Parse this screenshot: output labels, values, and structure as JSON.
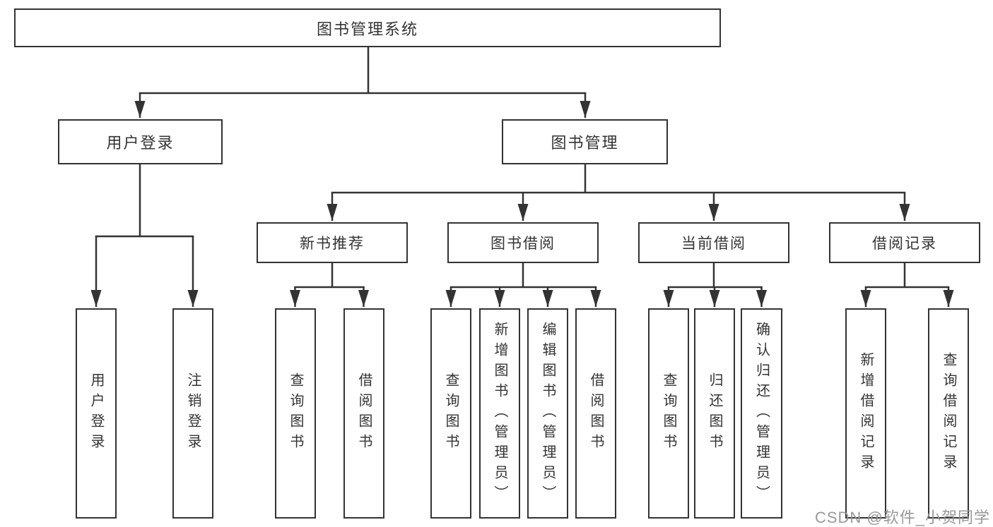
{
  "diagram": {
    "colors": {
      "line": "#333333",
      "box_border": "#333333",
      "text": "#333333",
      "watermark": "#949494",
      "background": "#ffffff"
    },
    "tree": {
      "root": {
        "label": "图书管理系统"
      },
      "children": [
        {
          "label": "用户登录",
          "children": [
            {
              "label": "用户登录"
            },
            {
              "label": "注销登录"
            }
          ]
        },
        {
          "label": "图书管理",
          "children": [
            {
              "label": "新书推荐",
              "children": [
                {
                  "label": "查询图书"
                },
                {
                  "label": "借阅图书"
                }
              ]
            },
            {
              "label": "图书借阅",
              "children": [
                {
                  "label": "查询图书"
                },
                {
                  "label": "新增图书（管理员）"
                },
                {
                  "label": "编辑图书（管理员）"
                },
                {
                  "label": "借阅图书"
                }
              ]
            },
            {
              "label": "当前借阅",
              "children": [
                {
                  "label": "查询图书"
                },
                {
                  "label": "归还图书"
                },
                {
                  "label": "确认归还（管理员）"
                }
              ]
            },
            {
              "label": "借阅记录",
              "children": [
                {
                  "label": "新增借阅记录"
                },
                {
                  "label": "查询借阅记录"
                }
              ]
            }
          ]
        }
      ]
    }
  },
  "watermark": {
    "text": "CSDN @软件_小贺同学"
  }
}
